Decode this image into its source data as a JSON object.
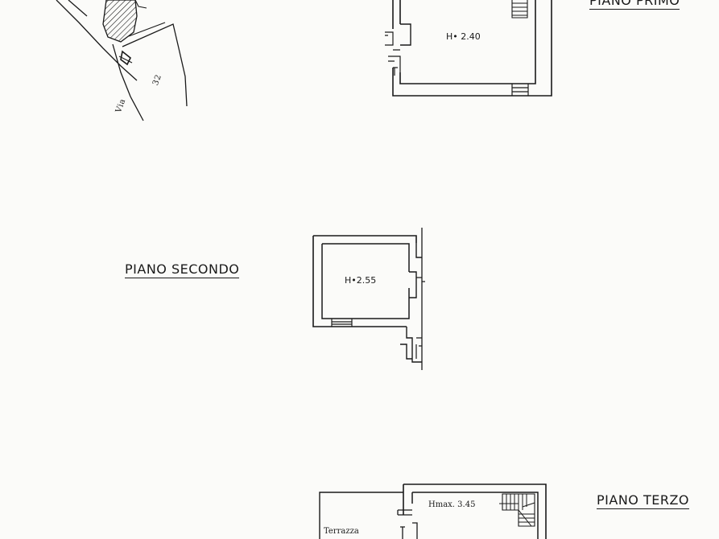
{
  "plans": {
    "primo": {
      "heading": "PIANO PRIMO",
      "room_height": "H• 2.40"
    },
    "secondo": {
      "heading": "PIANO SECONDO",
      "room_height": "H•2.55"
    },
    "terzo": {
      "heading": "PIANO TERZO",
      "room_height": "Hmax. 3.45",
      "terrace": "Terrazza"
    }
  },
  "site_map": {
    "street": "Via",
    "number": "32"
  },
  "colors": {
    "ink": "#1a1a1a",
    "paper": "#fbfbf9"
  }
}
